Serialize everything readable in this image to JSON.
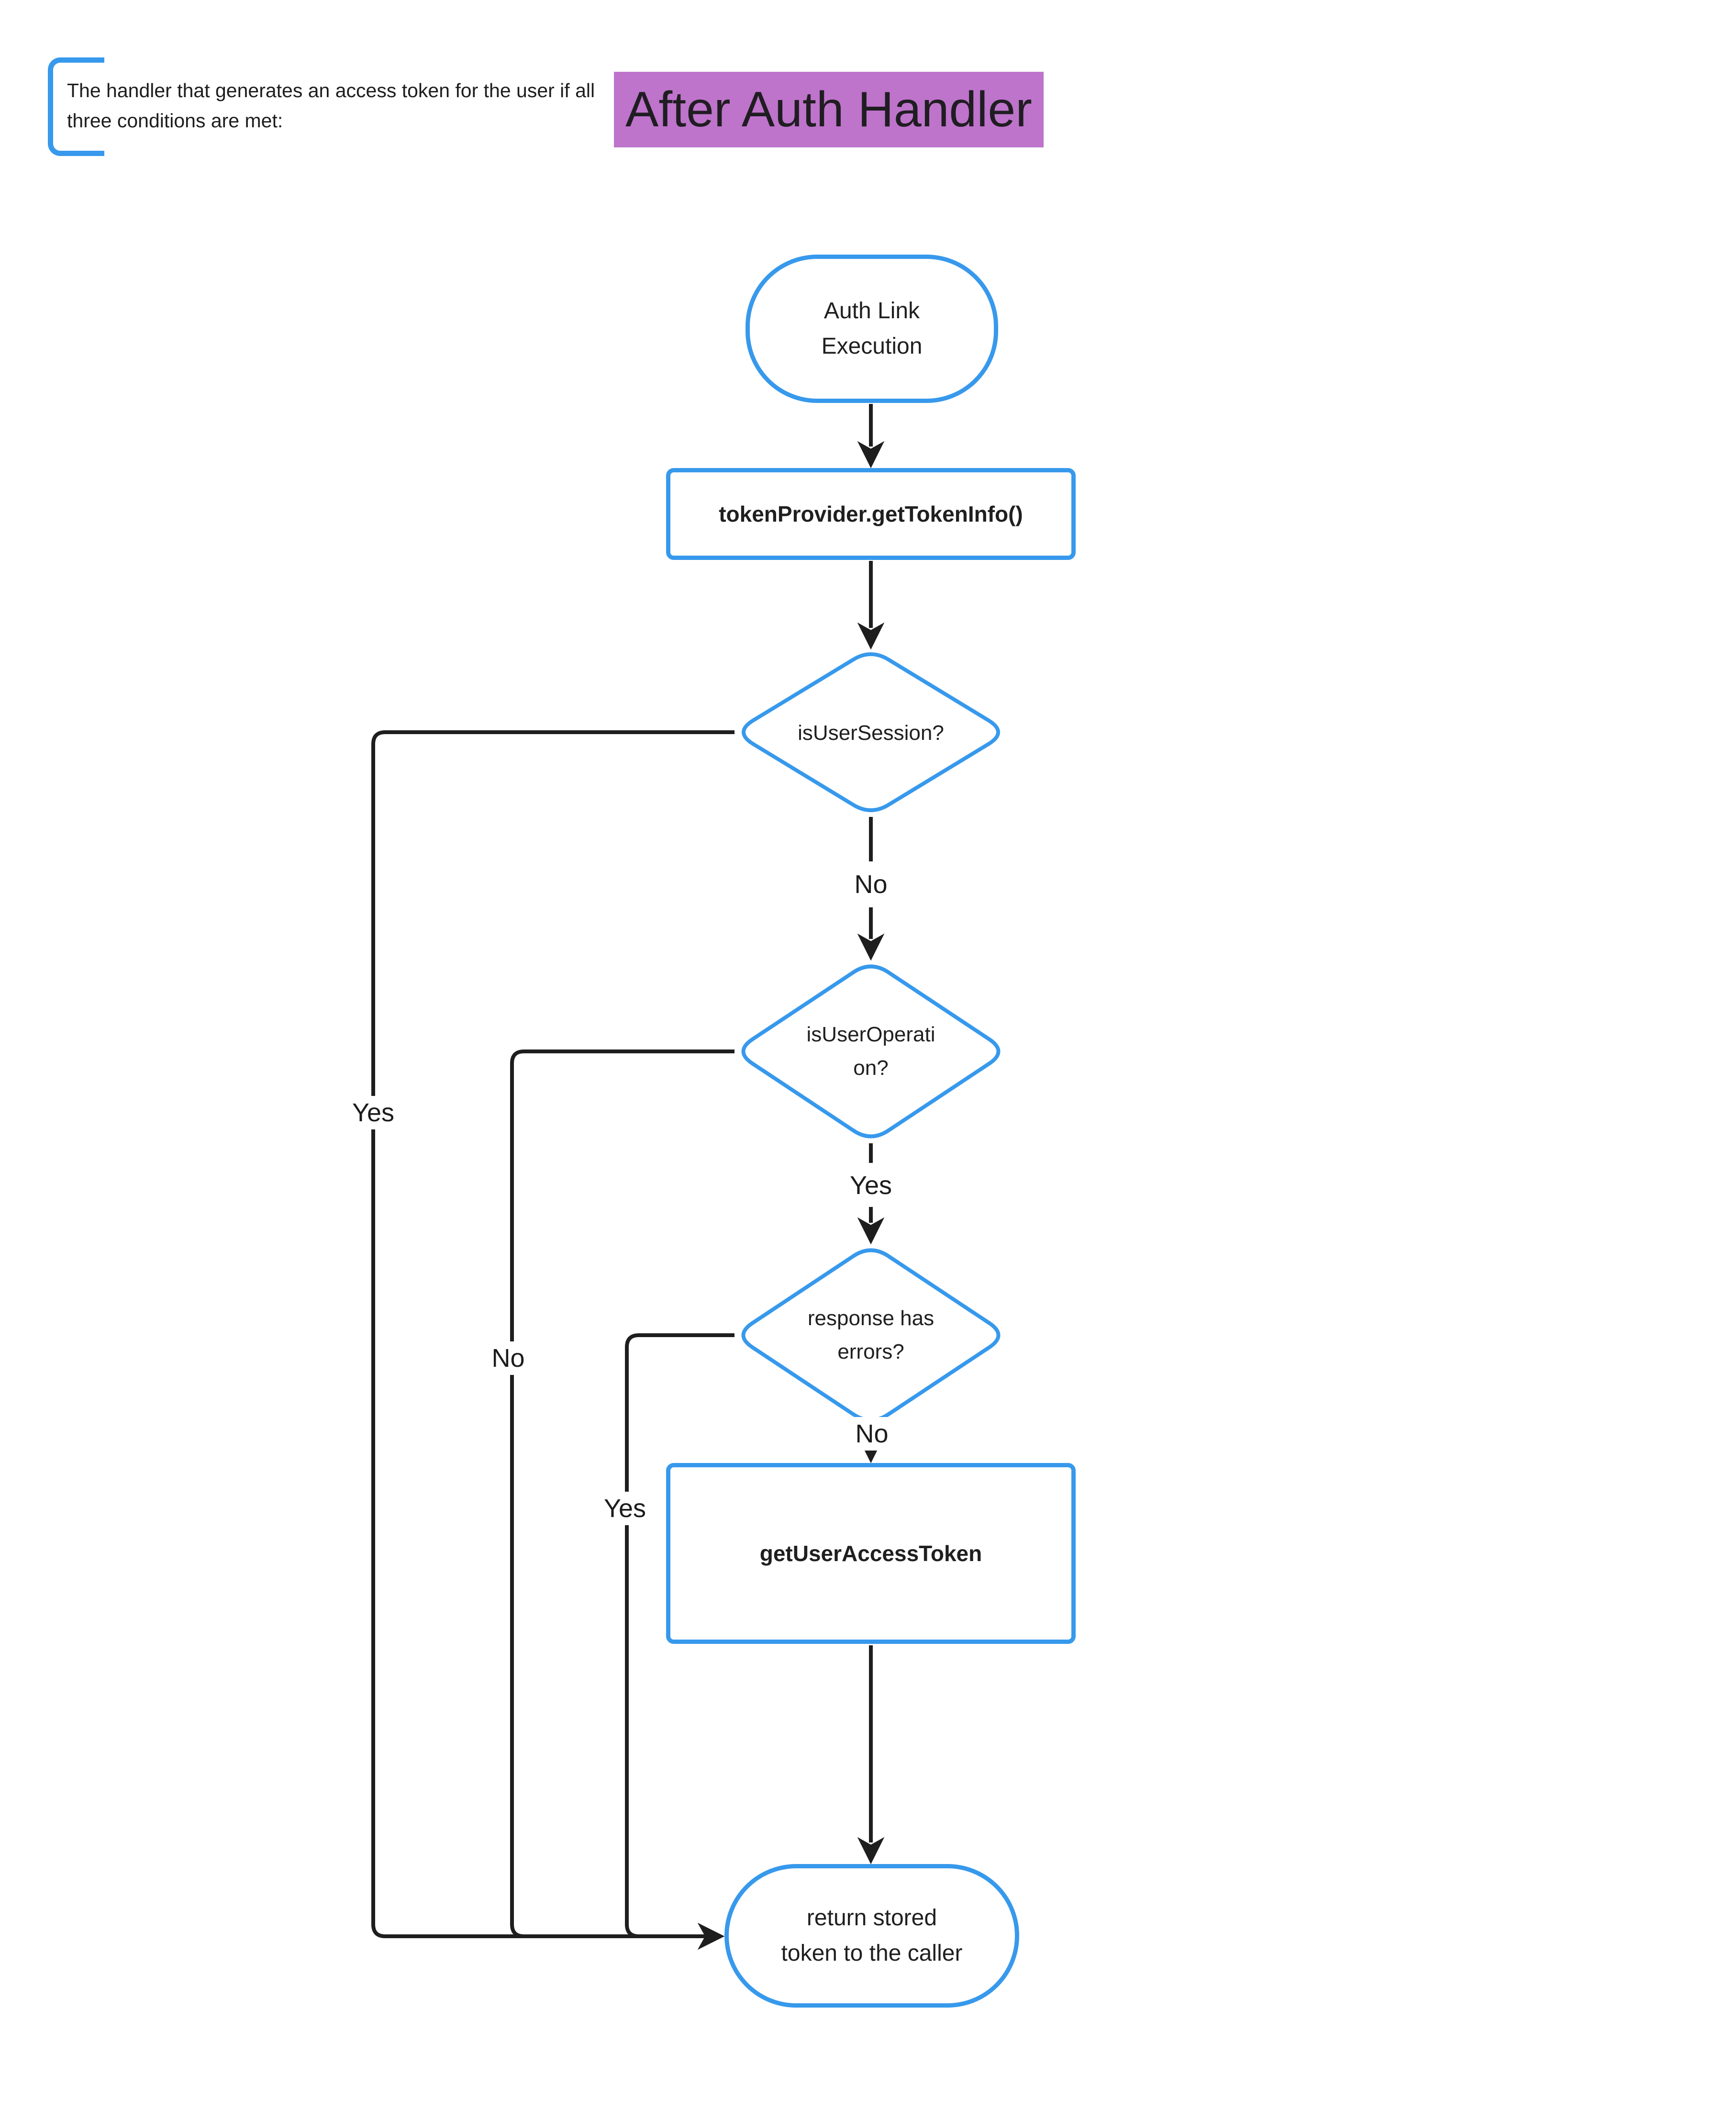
{
  "note": {
    "text": "The handler that generates an access token for the user if all three conditions are met:"
  },
  "title": {
    "text": "After Auth Handler"
  },
  "nodes": {
    "start": {
      "line1": "Auth Link",
      "line2": "Execution"
    },
    "get_token_info": {
      "label": "tokenProvider.getTokenInfo()"
    },
    "is_user_session": {
      "label": "isUserSession?"
    },
    "is_user_operation": {
      "line1": "isUserOperati",
      "line2": "on?"
    },
    "response_has_errors": {
      "line1": "response has",
      "line2": "errors?"
    },
    "get_user_access_token": {
      "label": "getUserAccessToken"
    },
    "return_token": {
      "line1": "return stored",
      "line2": "token to the caller"
    }
  },
  "edge_labels": {
    "session_no": "No",
    "session_yes": "Yes",
    "operation_yes": "Yes",
    "operation_no": "No",
    "errors_no": "No",
    "errors_yes": "Yes"
  },
  "colors": {
    "accent_blue": "#3799ec",
    "title_highlight": "#be74cb",
    "edge_line": "#1e1e1e",
    "text": "#1d1d1d"
  }
}
